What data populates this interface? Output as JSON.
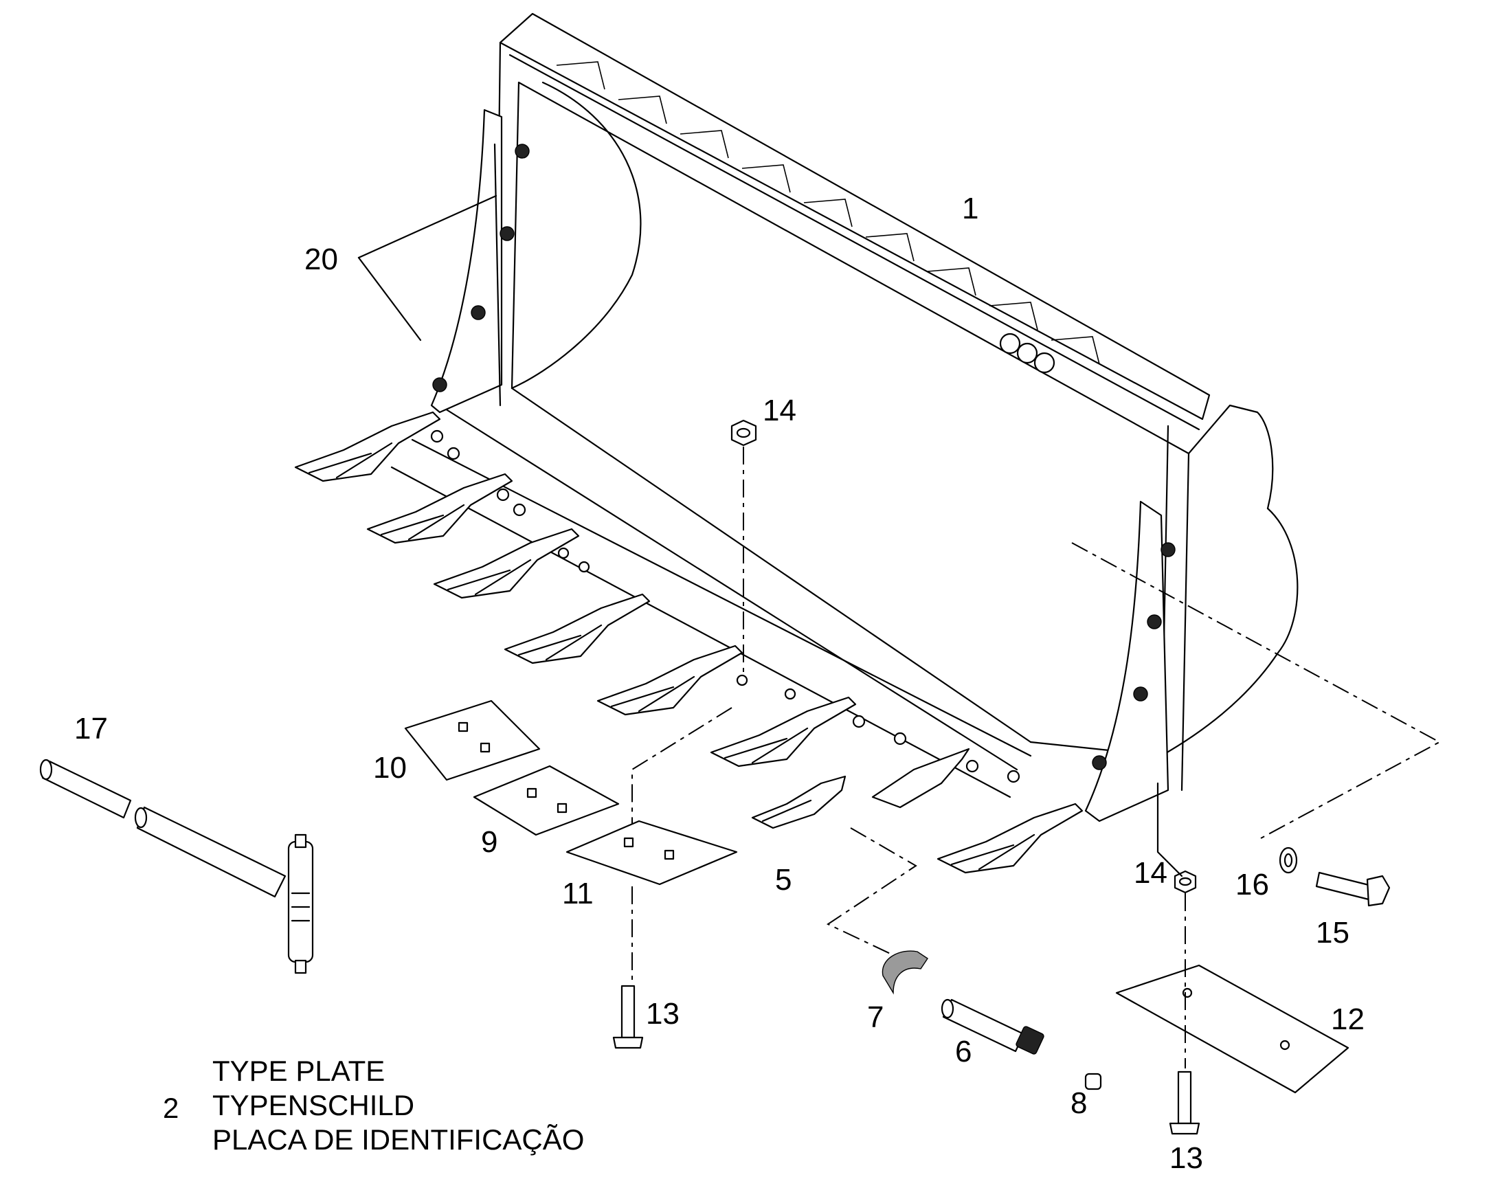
{
  "callouts": {
    "c1": "1",
    "c20": "20",
    "c14_top": "14",
    "c17": "17",
    "c10": "10",
    "c9": "9",
    "c11": "11",
    "c5": "5",
    "c14_bottom": "14",
    "c16": "16",
    "c15": "15",
    "c13_left": "13",
    "c7": "7",
    "c6": "6",
    "c12": "12",
    "c8": "8",
    "c13_right": "13"
  },
  "note": {
    "number": "2",
    "line1": "TYPE PLATE",
    "line2": "TYPENSCHILD",
    "line3": "PLACA DE IDENTIFICAÇÃO"
  }
}
